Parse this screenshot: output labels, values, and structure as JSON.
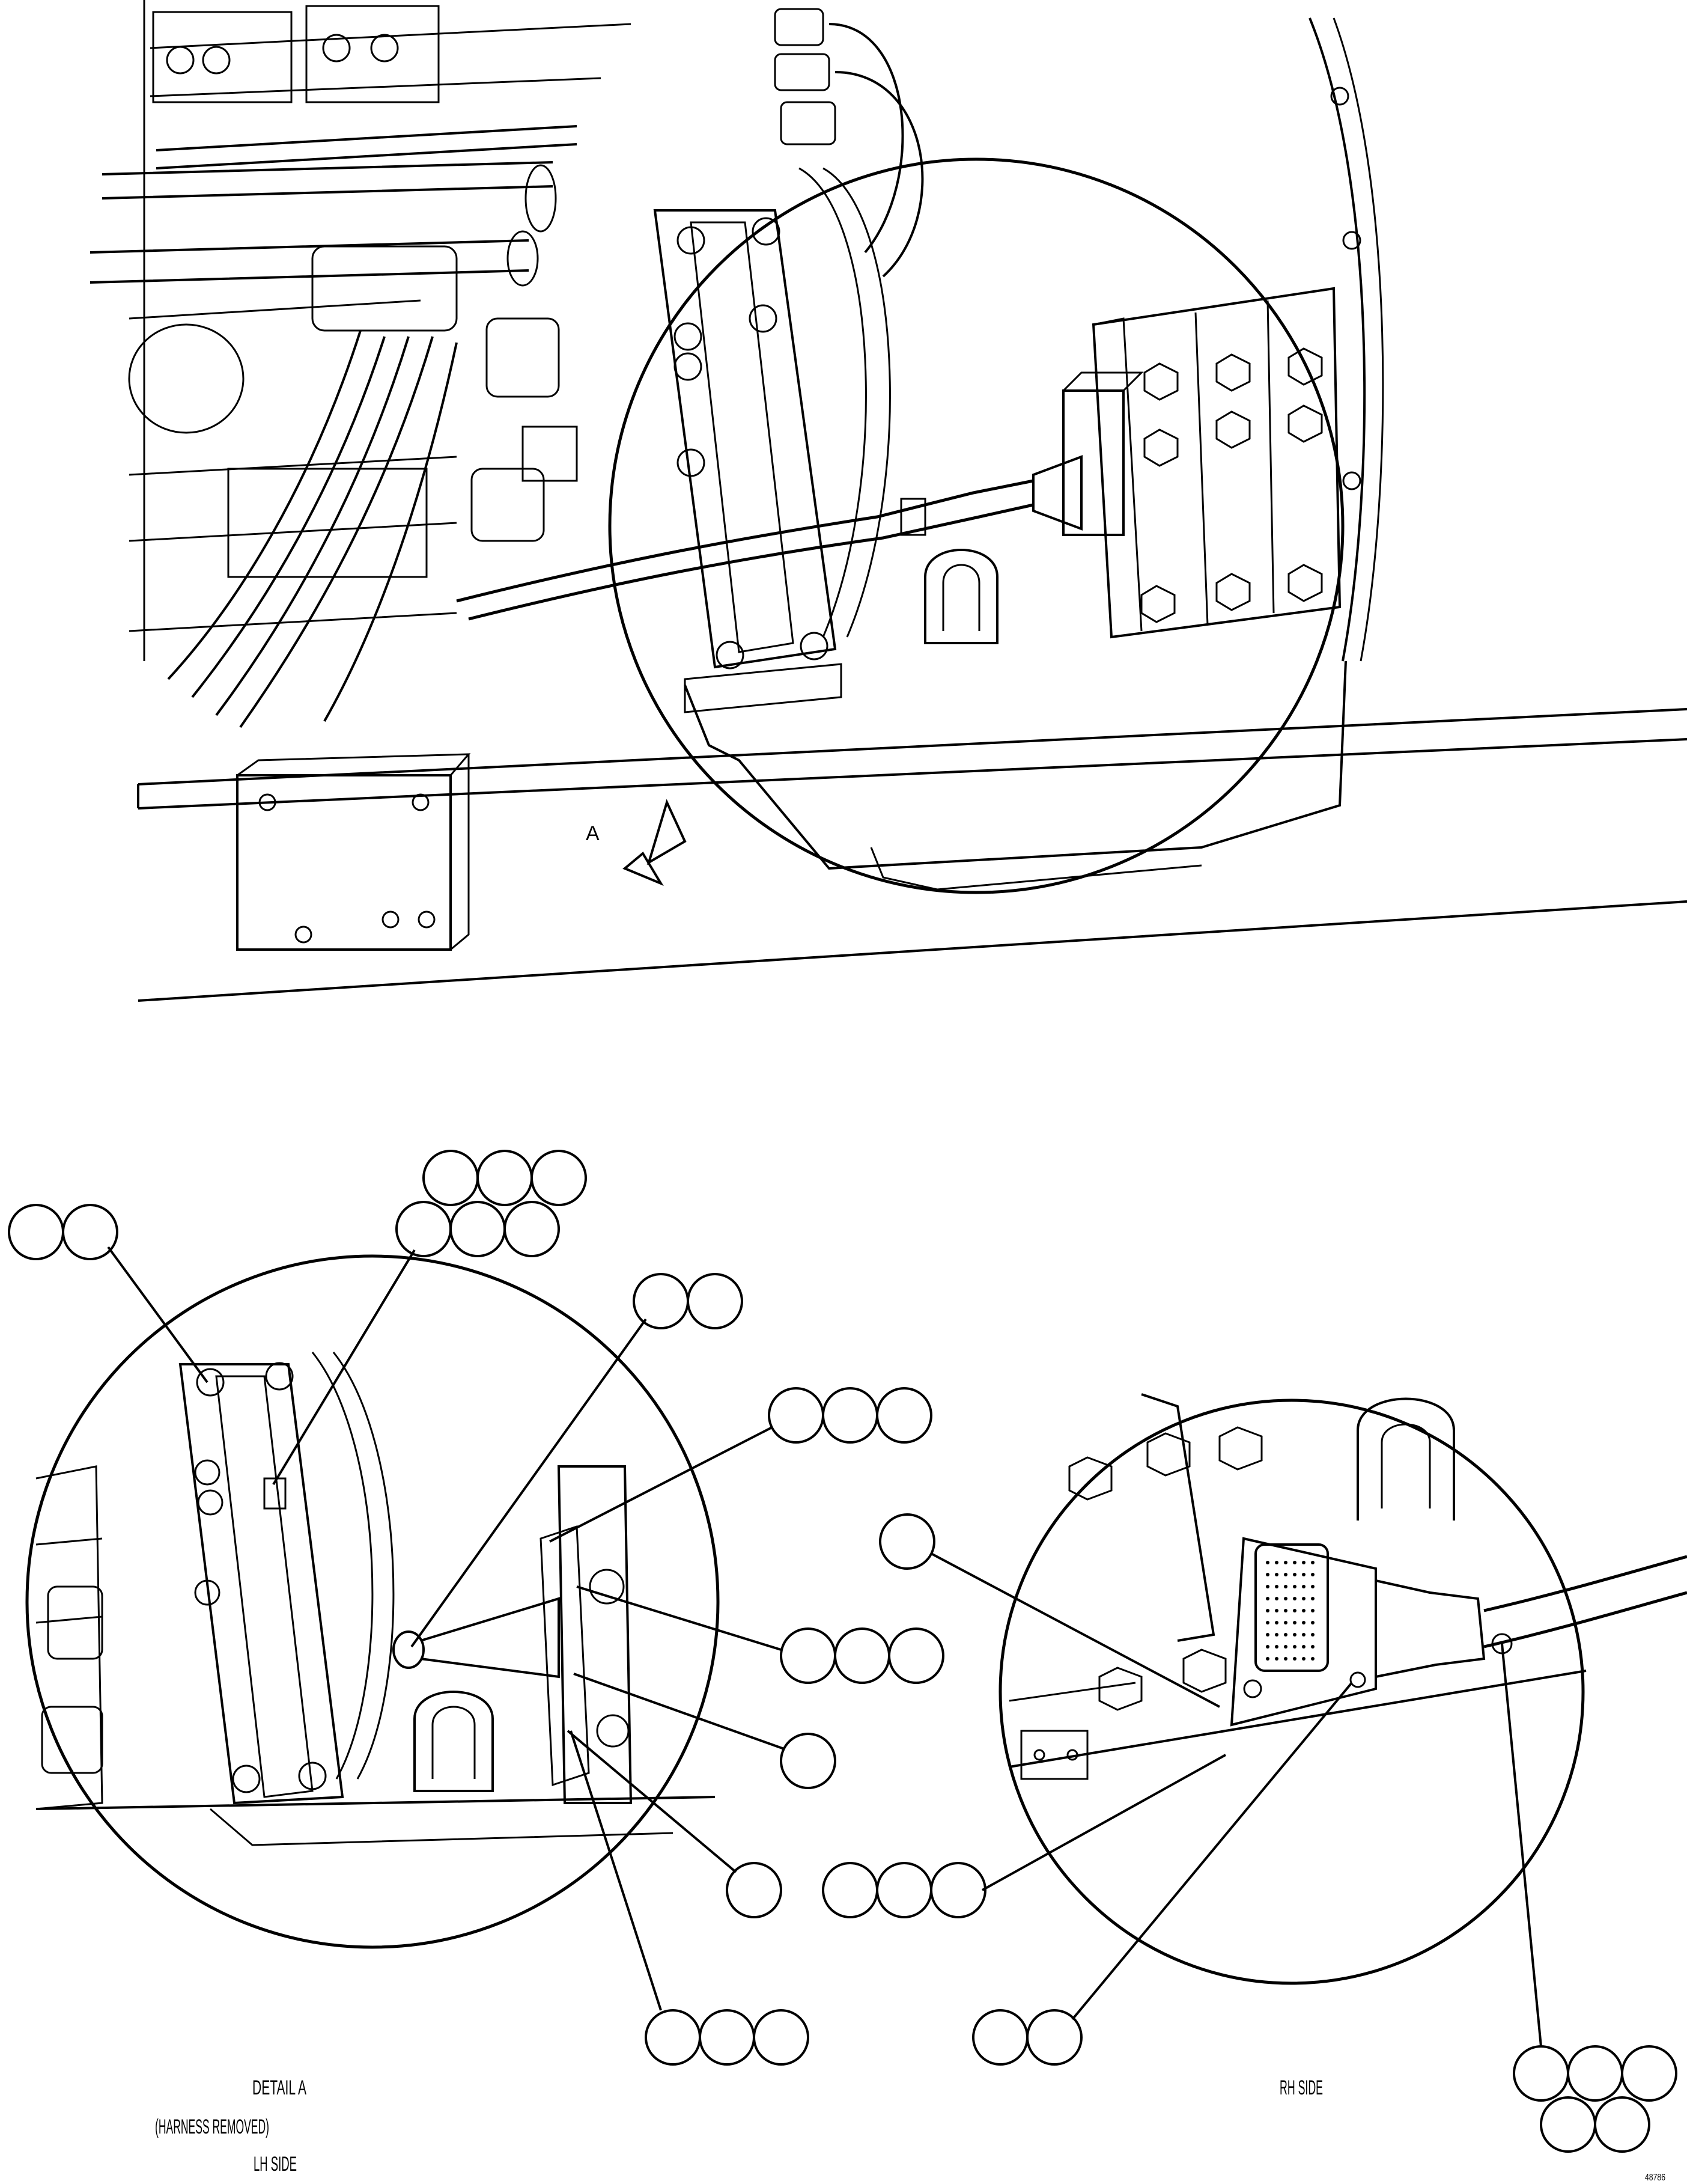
{
  "figure": {
    "detail_label": "A",
    "detail_a_caption": {
      "line1": "DETAIL A",
      "line2": "(HARNESS REMOVED)",
      "line3": "LH SIDE"
    },
    "rh_caption": "RH SIDE",
    "figure_code": "48786"
  },
  "callout_groups": [
    {
      "id": "g1",
      "balloons": 2
    },
    {
      "id": "g2",
      "balloons": 6
    },
    {
      "id": "g3",
      "balloons": 2
    },
    {
      "id": "g4",
      "balloons": 3
    },
    {
      "id": "g5",
      "balloons": 1
    },
    {
      "id": "g6",
      "balloons": 3
    },
    {
      "id": "g7",
      "balloons": 1
    },
    {
      "id": "g8",
      "balloons": 1
    },
    {
      "id": "g9",
      "balloons": 3
    },
    {
      "id": "g10",
      "balloons": 3
    },
    {
      "id": "g11",
      "balloons": 2
    },
    {
      "id": "g12",
      "balloons": 5
    }
  ]
}
